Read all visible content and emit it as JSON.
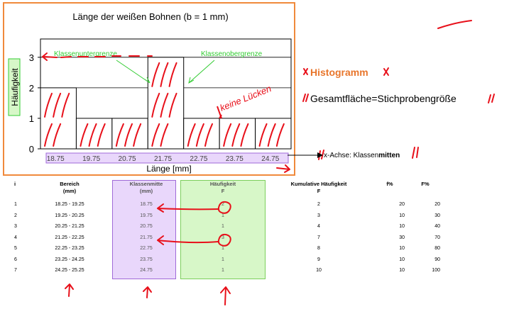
{
  "chart_data": {
    "type": "bar",
    "title": "Länge der weißen Bohnen (b = 1 mm)",
    "xlabel": "Länge [mm]",
    "ylabel": "Häufigkeit",
    "categories": [
      "18.75",
      "19.75",
      "20.75",
      "21.75",
      "22.75",
      "23.75",
      "24.75"
    ],
    "values": [
      2,
      1,
      1,
      3,
      1,
      1,
      1
    ],
    "ylim": [
      0,
      3.6
    ],
    "yticks": [
      "0",
      "1",
      "2",
      "3"
    ],
    "grid": true,
    "annotations": {
      "lower_bound": "Klassenuntergrenze",
      "upper_bound": "Klassenobergrenze",
      "handwritten": "keine Lücken"
    },
    "colors": {
      "frame": "#f08a3c",
      "xticks_box": "#e9d7fb",
      "ylabel_box": "#d7f7c8",
      "annotation": "#33cc33",
      "ink": "#e8101a"
    }
  },
  "notes": {
    "histogram": "Histogramm",
    "area": "Gesamtfläche=Stichprobengröße",
    "xaxis_prefix": "x-Achse: Klassen",
    "xaxis_bold": "mitten"
  },
  "table": {
    "headers": {
      "i": "i",
      "range": "Bereich",
      "range_unit": "(mm)",
      "mid": "Klassenmitte",
      "mid_unit": "(mm)",
      "freq": "Häufigkeit",
      "freq_sym": "F",
      "cum": "Kumulative Häufigkeit",
      "cum_sym": "F",
      "fpct": "f%",
      "Fpct": "F%"
    },
    "rows": [
      {
        "i": "1",
        "range": "18.25 - 19.25",
        "mid": "18.75",
        "f": "2",
        "cum": "2",
        "fpct": "20",
        "Fpct": "20"
      },
      {
        "i": "2",
        "range": "19.25 - 20.25",
        "mid": "19.75",
        "f": "1",
        "cum": "3",
        "fpct": "10",
        "Fpct": "30"
      },
      {
        "i": "3",
        "range": "20.25 - 21.25",
        "mid": "20.75",
        "f": "1",
        "cum": "4",
        "fpct": "10",
        "Fpct": "40"
      },
      {
        "i": "4",
        "range": "21.25 - 22.25",
        "mid": "21.75",
        "f": "3",
        "cum": "7",
        "fpct": "30",
        "Fpct": "70"
      },
      {
        "i": "5",
        "range": "22.25 - 23.25",
        "mid": "22.75",
        "f": "1",
        "cum": "8",
        "fpct": "10",
        "Fpct": "80"
      },
      {
        "i": "6",
        "range": "23.25 - 24.25",
        "mid": "23.75",
        "f": "1",
        "cum": "9",
        "fpct": "10",
        "Fpct": "90"
      },
      {
        "i": "7",
        "range": "24.25 - 25.25",
        "mid": "24.75",
        "f": "1",
        "cum": "10",
        "fpct": "10",
        "Fpct": "100"
      }
    ]
  }
}
